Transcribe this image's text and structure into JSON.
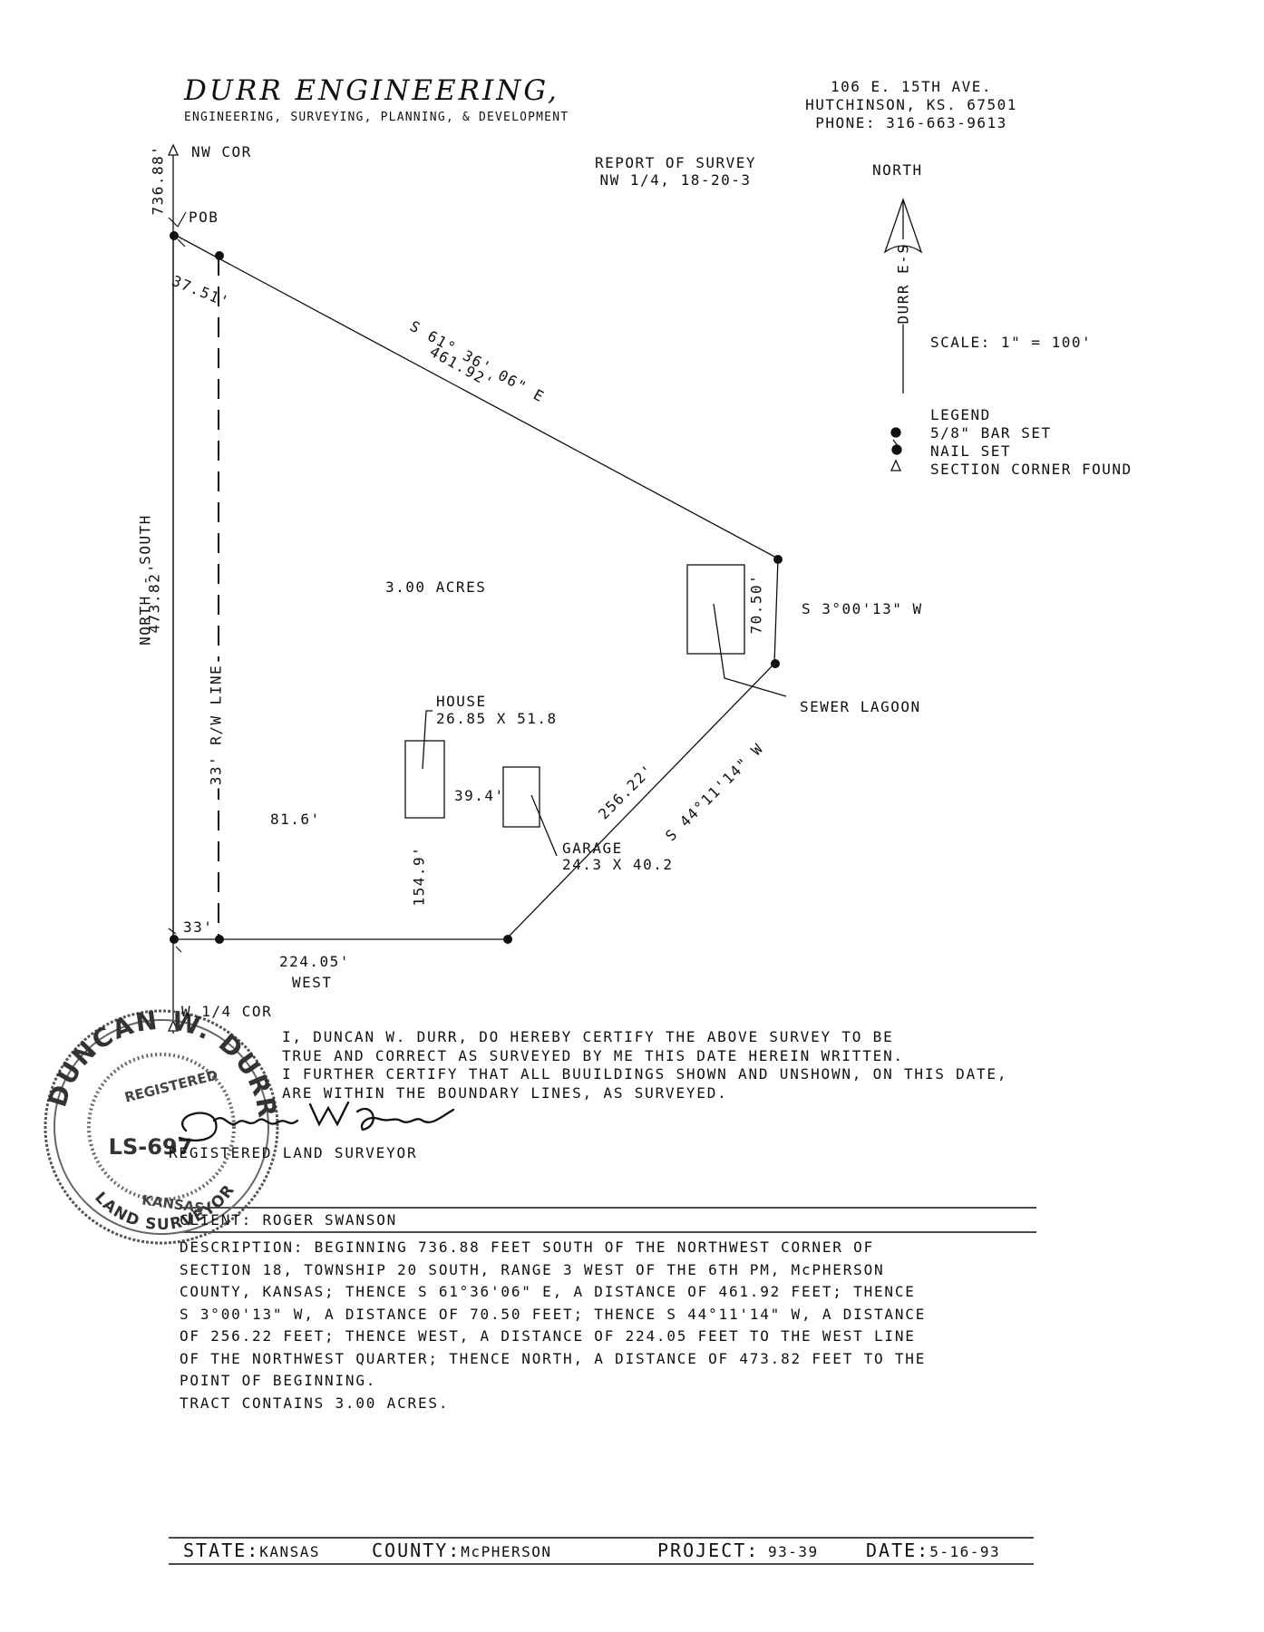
{
  "header": {
    "firm_name": "DURR ENGINEERING,",
    "firm_services": "ENGINEERING, SURVEYING, PLANNING, & DEVELOPMENT",
    "address_line1": "106 E. 15TH AVE.",
    "address_line2": "HUTCHINSON, KS. 67501",
    "phone": "PHONE: 316-663-9613"
  },
  "report": {
    "title": "REPORT OF SURVEY",
    "location": "NW 1/4, 18-20-3"
  },
  "north_arrow": {
    "label": "NORTH",
    "stem_text": "DURR E-S"
  },
  "scale": "SCALE: 1\" = 100'",
  "legend": {
    "title": "LEGEND",
    "items": [
      "5/8\" BAR SET",
      "NAIL SET",
      "SECTION CORNER FOUND"
    ]
  },
  "plat": {
    "nw_cor": "NW COR",
    "dist_to_pob": "736.88'",
    "pob": "POB",
    "row_offset_top": "37.51'",
    "ne_bearing": "S 61° 36' 06\" E",
    "ne_distance": "461.92'",
    "acreage": "3.00 ACRES",
    "east_distance": "70.50'",
    "east_bearing": "S 3°00'13\" W",
    "sewer_lagoon": "SEWER LAGOON",
    "se_distance": "256.22'",
    "se_bearing": "S 44°11'14\" W",
    "house_label": "HOUSE",
    "house_dims": "26.85 X 51.8",
    "house_garage_gap": "39.4'",
    "garage_label": "GARAGE",
    "garage_dims": "24.3 X 40.2",
    "house_to_row": "81.6'",
    "house_to_south": "154.9'",
    "west_side_label": "NORTH - SOUTH",
    "west_distance": "473.82'",
    "row_line": "33' R/W LINE",
    "row_offset_bottom": "33'",
    "south_distance": "224.05'",
    "south_bearing": "WEST",
    "w_quarter_cor": "W 1/4 COR"
  },
  "certification": {
    "lines": [
      "I, DUNCAN W. DURR, DO HEREBY CERTIFY THE ABOVE SURVEY TO BE",
      "TRUE AND CORRECT AS SURVEYED BY ME THIS DATE HEREIN WRITTEN.",
      "I FURTHER CERTIFY THAT ALL BUUILDINGS SHOWN AND UNSHOWN, ON THIS DATE,",
      "ARE WITHIN THE BOUNDARY LINES, AS SURVEYED."
    ],
    "signature": "Duncan W Durr",
    "title": "REGISTERED LAND SURVEYOR"
  },
  "seal": {
    "top_text": "DUNCAN W. DURR",
    "registered": "REGISTERED",
    "number": "LS-697",
    "state": "KANSAS",
    "bottom_text": "LAND SURVEYOR"
  },
  "client": "CLIENT: ROGER SWANSON",
  "description": {
    "lines": [
      "DESCRIPTION:  BEGINNING 736.88 FEET SOUTH OF THE NORTHWEST CORNER OF",
      "SECTION 18, TOWNSHIP 20 SOUTH, RANGE 3 WEST OF THE 6TH PM, McPHERSON",
      "COUNTY, KANSAS; THENCE S 61°36'06\" E, A DISTANCE OF 461.92 FEET; THENCE",
      "S 3°00'13\" W, A DISTANCE OF 70.50 FEET; THENCE S 44°11'14\" W, A DISTANCE",
      "OF 256.22 FEET; THENCE WEST, A DISTANCE OF 224.05 FEET TO THE WEST LINE",
      "OF THE NORTHWEST QUARTER; THENCE NORTH, A DISTANCE OF 473.82 FEET TO THE",
      "POINT OF BEGINNING.",
      "TRACT CONTAINS 3.00 ACRES."
    ]
  },
  "footer": {
    "state_key": "STATE:",
    "state_val": "KANSAS",
    "county_key": "COUNTY:",
    "county_val": "McPHERSON",
    "project_key": "PROJECT:",
    "project_val": "93-39",
    "date_key": "DATE:",
    "date_val": "5-16-93"
  }
}
